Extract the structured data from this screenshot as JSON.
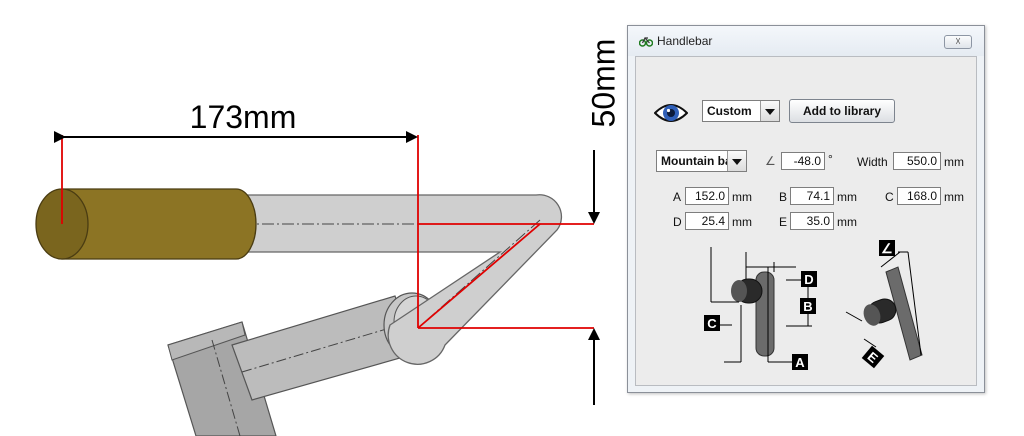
{
  "scene": {
    "length_dimension": "173mm",
    "rise_dimension": "50mm"
  },
  "dialog": {
    "title": "Handlebar",
    "close_symbol": "☓",
    "preset": {
      "selected": "Custom"
    },
    "add_to_library_label": "Add to library",
    "bar_type": {
      "selected": "Mountain bar"
    },
    "angle": {
      "symbol": "∠",
      "value": "-48.0",
      "unit": "°"
    },
    "width": {
      "label": "Width",
      "value": "550.0",
      "unit": "mm"
    },
    "dims": [
      {
        "label": "A",
        "value": "152.0",
        "unit": "mm"
      },
      {
        "label": "B",
        "value": "74.1",
        "unit": "mm"
      },
      {
        "label": "C",
        "value": "168.0",
        "unit": "mm"
      },
      {
        "label": "D",
        "value": "25.4",
        "unit": "mm"
      },
      {
        "label": "E",
        "value": "35.0",
        "unit": "mm"
      }
    ],
    "diagram_labels": {
      "a": "A",
      "b": "B",
      "c": "C",
      "d": "D",
      "e": "E"
    }
  }
}
